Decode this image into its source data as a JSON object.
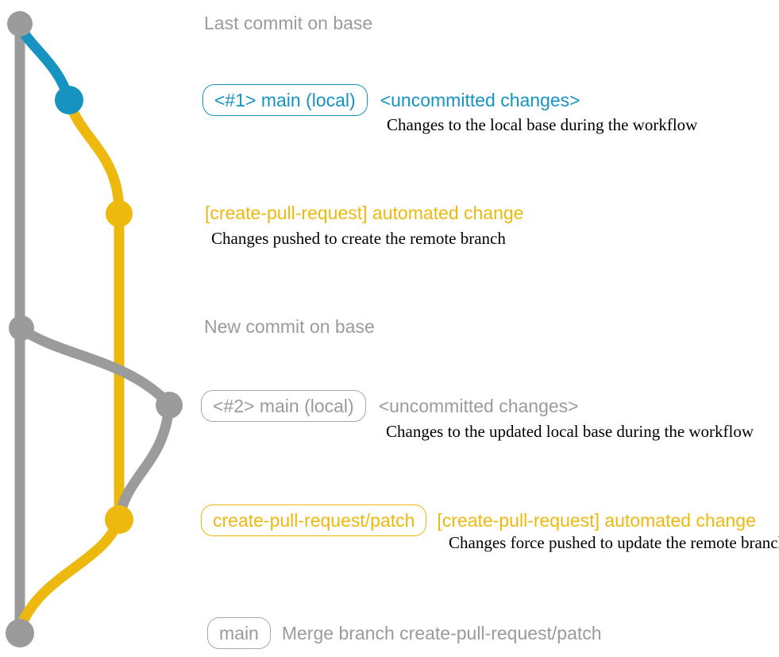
{
  "colors": {
    "gray": "#9B9B9B",
    "blue": "#1793C2",
    "yellow": "#EDB90E",
    "desc_text": "#000000"
  },
  "graph": {
    "branches": [
      {
        "name": "base",
        "color_key": "gray"
      },
      {
        "name": "main-local",
        "color_key": "blue"
      },
      {
        "name": "create-pull-request-patch",
        "color_key": "yellow"
      }
    ],
    "commit_nodes": [
      "last-commit-on-base",
      "uncommitted-changes-1",
      "automated-change-commit-1",
      "new-commit-on-base",
      "uncommitted-changes-2",
      "automated-change-commit-2",
      "merge-commit"
    ]
  },
  "rows": {
    "last_commit": {
      "label": "Last commit on base"
    },
    "main1": {
      "badge": "<#1> main (local)",
      "heading": "<uncommitted changes>",
      "desc": "Changes to the local base during the workflow"
    },
    "cpr1": {
      "heading": "[create-pull-request] automated change",
      "desc": "Changes pushed to create the remote branch"
    },
    "new_commit": {
      "label": "New commit on base"
    },
    "main2": {
      "badge": "<#2> main (local)",
      "heading": "<uncommitted changes>",
      "desc": "Changes to the updated local base during the workflow"
    },
    "cpr2": {
      "badge": "create-pull-request/patch",
      "heading": "[create-pull-request] automated change",
      "desc": "Changes force pushed to update the remote branch"
    },
    "merge": {
      "badge": "main",
      "label": "Merge branch create-pull-request/patch"
    }
  }
}
